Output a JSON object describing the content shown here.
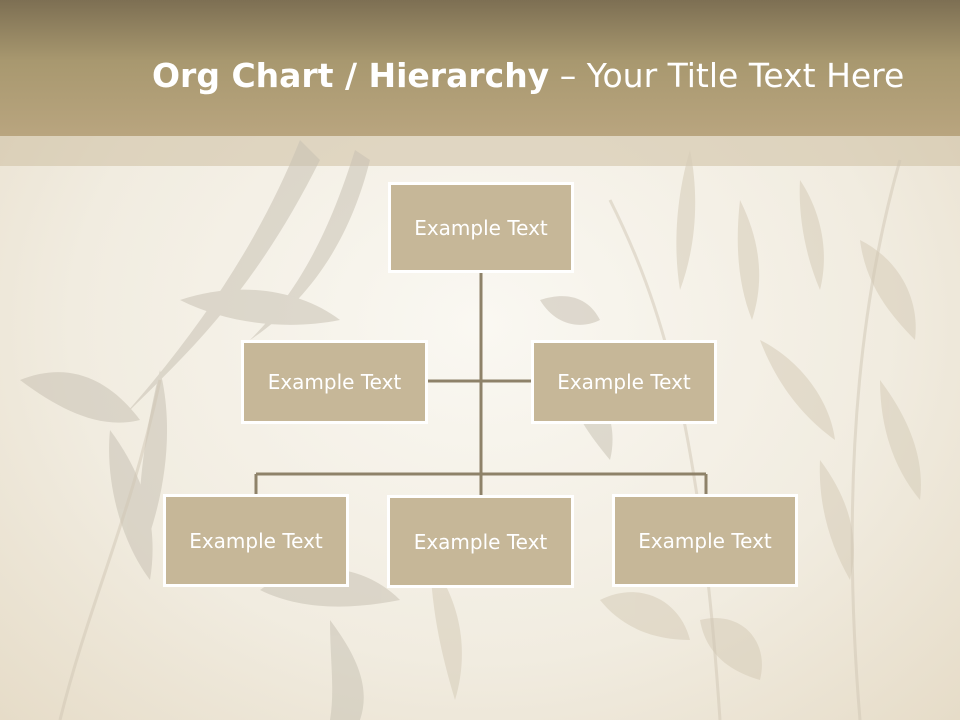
{
  "title": {
    "bold_part": "Org Chart / Hierarchy",
    "separator": " – ",
    "normal_part": "Your Title Text Here"
  },
  "org_chart": {
    "root": {
      "label": "Example Text"
    },
    "assistants": [
      {
        "label": "Example Text"
      },
      {
        "label": "Example Text"
      }
    ],
    "children": [
      {
        "label": "Example Text"
      },
      {
        "label": "Example Text"
      },
      {
        "label": "Example Text"
      }
    ]
  },
  "colors": {
    "header": "#a8986f",
    "node_fill": "#c6b798",
    "node_border": "#ffffff",
    "connector": "#8e8269",
    "text": "#ffffff"
  }
}
